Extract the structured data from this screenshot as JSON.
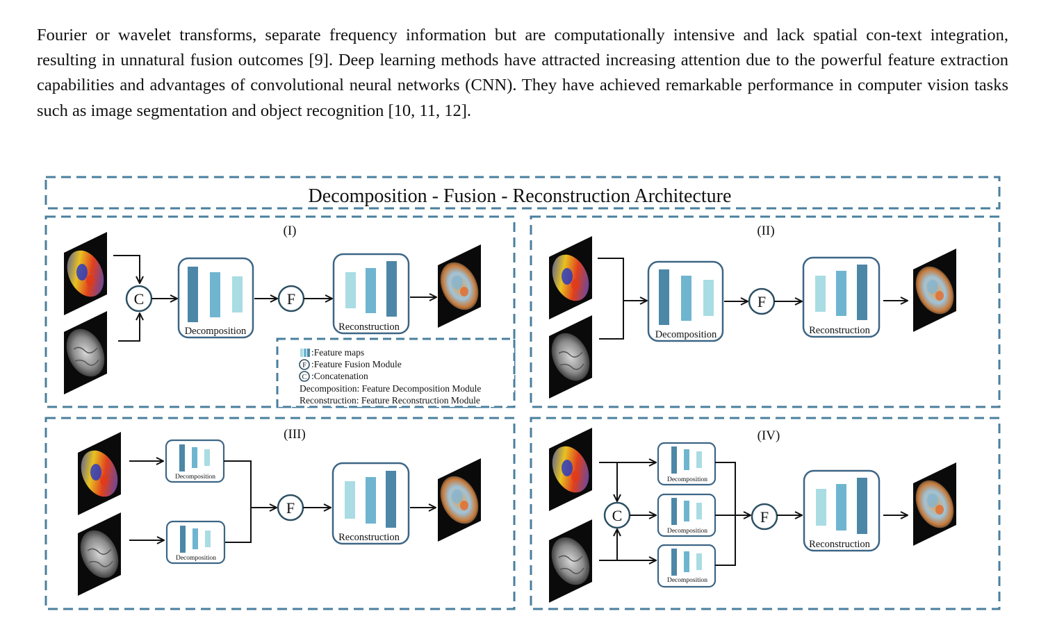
{
  "paragraph": {
    "text": "Fourier or wavelet transforms, separate frequency information but are computationally intensive and lack spatial con-text integration, resulting in unnatural fusion outcomes [9]. Deep learning methods have attracted increasing attention due to the powerful feature extraction capabilities and advantages of convolutional neural networks (CNN). They have achieved remarkable performance in computer vision tasks such as image segmentation and object recognition [10, 11, 12]."
  },
  "figure": {
    "title": "Decomposition - Fusion - Reconstruction Architecture",
    "panels": {
      "p1": "(I)",
      "p2": "(II)",
      "p3": "(III)",
      "p4": "(IV)"
    },
    "labels": {
      "decomposition": "Decomposition",
      "reconstruction": "Reconstruction",
      "fusion_symbol": "F",
      "concat_symbol": "C"
    },
    "legend": {
      "feature_maps": ":Feature maps",
      "fusion_symbol": "F",
      "fusion": ":Feature Fusion Module",
      "concat_symbol": "C",
      "concat": ":Concatenation",
      "decomposition": "Decomposition: Feature Decomposition Module",
      "reconstruction": "Reconstruction:  Feature Reconstruction Module"
    },
    "colors": {
      "frame": "#4a7f9e",
      "dark_bar": "#4d87a7",
      "mid_bar": "#6fb5d0",
      "light_bar": "#a9dce3",
      "node_stroke": "#2c4f63",
      "box_stroke": "#3c6585"
    }
  }
}
